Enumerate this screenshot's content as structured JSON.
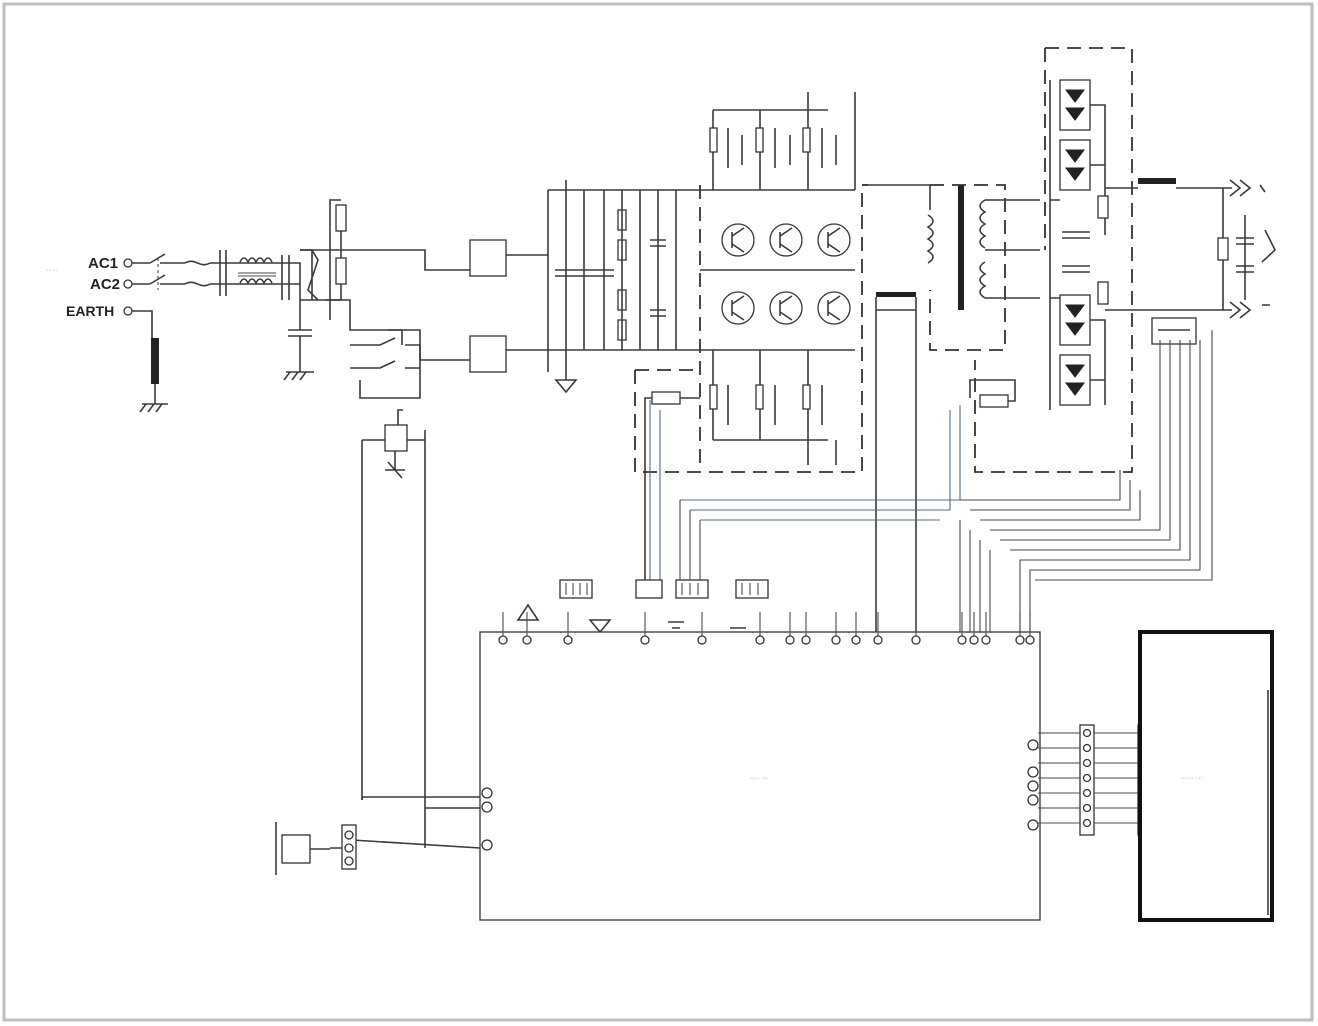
{
  "terminals": {
    "ac1": "AC1",
    "ac2": "AC2",
    "earth": "EARTH"
  },
  "colors": {
    "wire": "#3a3a3a",
    "signal_wire": "#4d6d8e",
    "background": "#ffffff",
    "frame_border": "#bfbfbf"
  }
}
